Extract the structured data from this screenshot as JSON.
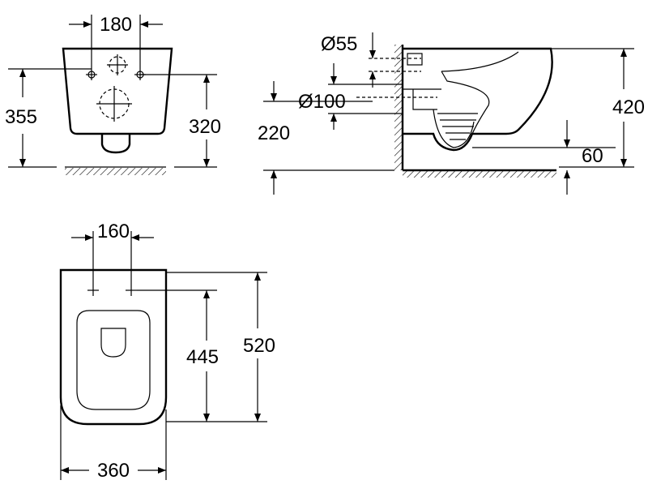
{
  "front_view": {
    "hole_spacing": "180",
    "height_total": "355",
    "height_holes": "320"
  },
  "side_view": {
    "inlet_diameter": "Ø55",
    "outlet_diameter": "Ø100",
    "outlet_height": "220",
    "bowl_height": "420",
    "clearance": "60"
  },
  "top_view": {
    "hinge_spacing": "160",
    "hinge_to_front": "445",
    "length": "520",
    "width": "360"
  },
  "colors": {
    "line": "#000000",
    "background": "#ffffff"
  }
}
